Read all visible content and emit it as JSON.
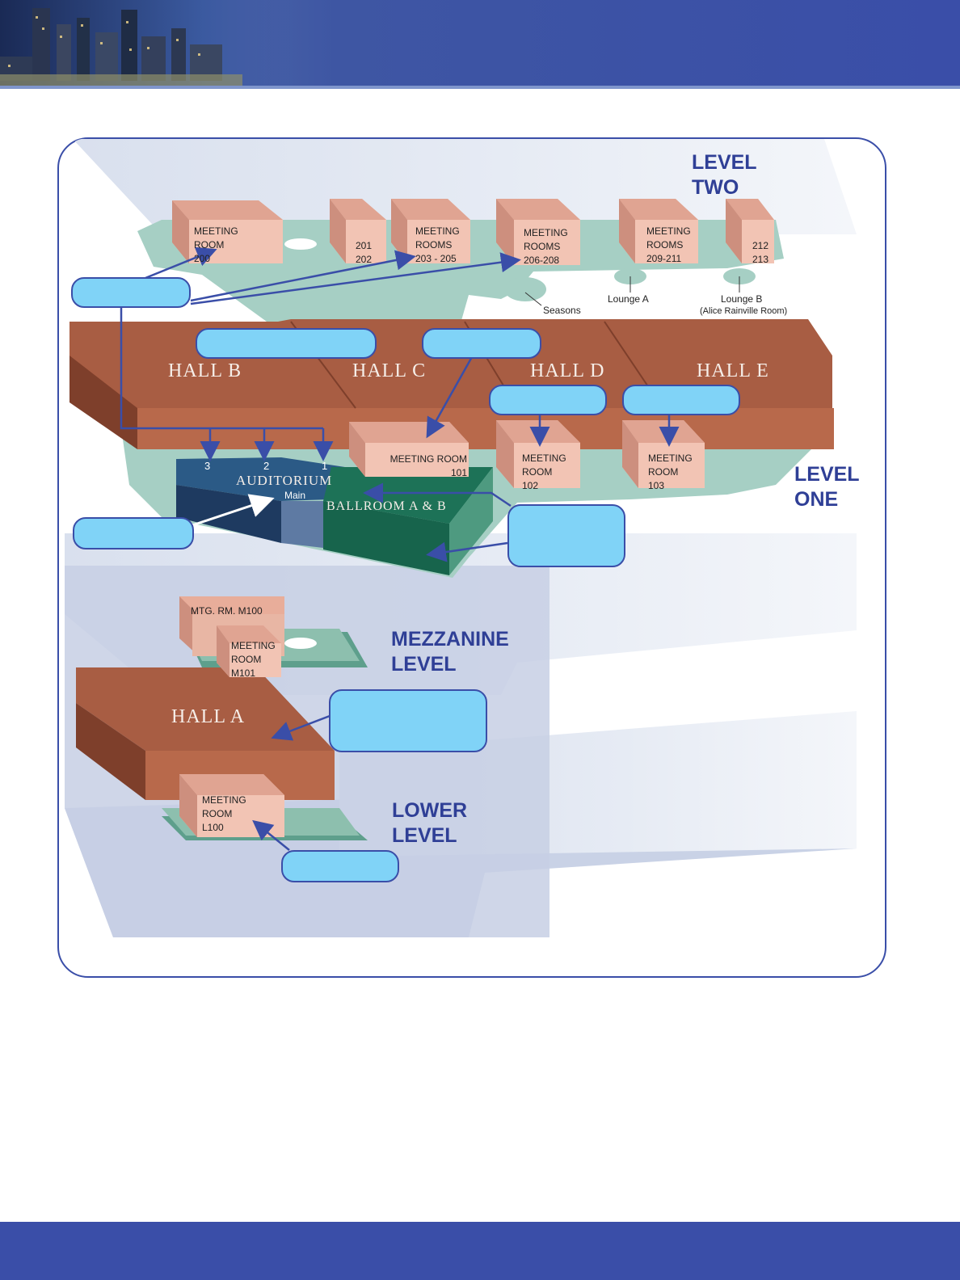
{
  "colors": {
    "brand_blue": "#3a4ea8",
    "callout_fill": "#80d3f7",
    "hall_brown": "#a85d43",
    "room_pink": "#f2c4b4",
    "ballroom_green": "#17644c",
    "auditorium_navy": "#1e3a60",
    "floor_teal": "#a6cfc4"
  },
  "levels": {
    "level_two": "LEVEL\nTWO",
    "level_one": "LEVEL\nONE",
    "mezzanine": "MEZZANINE\nLEVEL",
    "lower": "LOWER\nLEVEL"
  },
  "halls": {
    "a": "HALL A",
    "b": "HALL B",
    "c": "HALL C",
    "d": "HALL D",
    "e": "HALL E"
  },
  "rooms": {
    "r200": "MEETING\nROOM\n200",
    "r201_202": "201\n202",
    "r203_205": "MEETING\nROOMS\n203 - 205",
    "r206_208": "MEETING\nROOMS\n206-208",
    "r209_211": "MEETING\nROOMS\n209-211",
    "r212_213": "212\n213",
    "r101": "MEETING ROOM\n101",
    "r102": "MEETING\nROOM\n102",
    "r103": "MEETING\nROOM\n103",
    "m100": "MTG. RM. M100",
    "m101": "MEETING\nROOM\nM101",
    "l100": "MEETING\nROOM\nL100"
  },
  "auditorium": {
    "title": "AUDITORIUM",
    "sub": "Main",
    "sections": [
      "3",
      "2",
      "1"
    ]
  },
  "ballroom": "BALLROOM A & B",
  "lounges": {
    "seasons": "Seasons",
    "lounge_a": "Lounge A",
    "lounge_b": "Lounge B",
    "lounge_b_note": "(Alice Rainville Room)"
  }
}
